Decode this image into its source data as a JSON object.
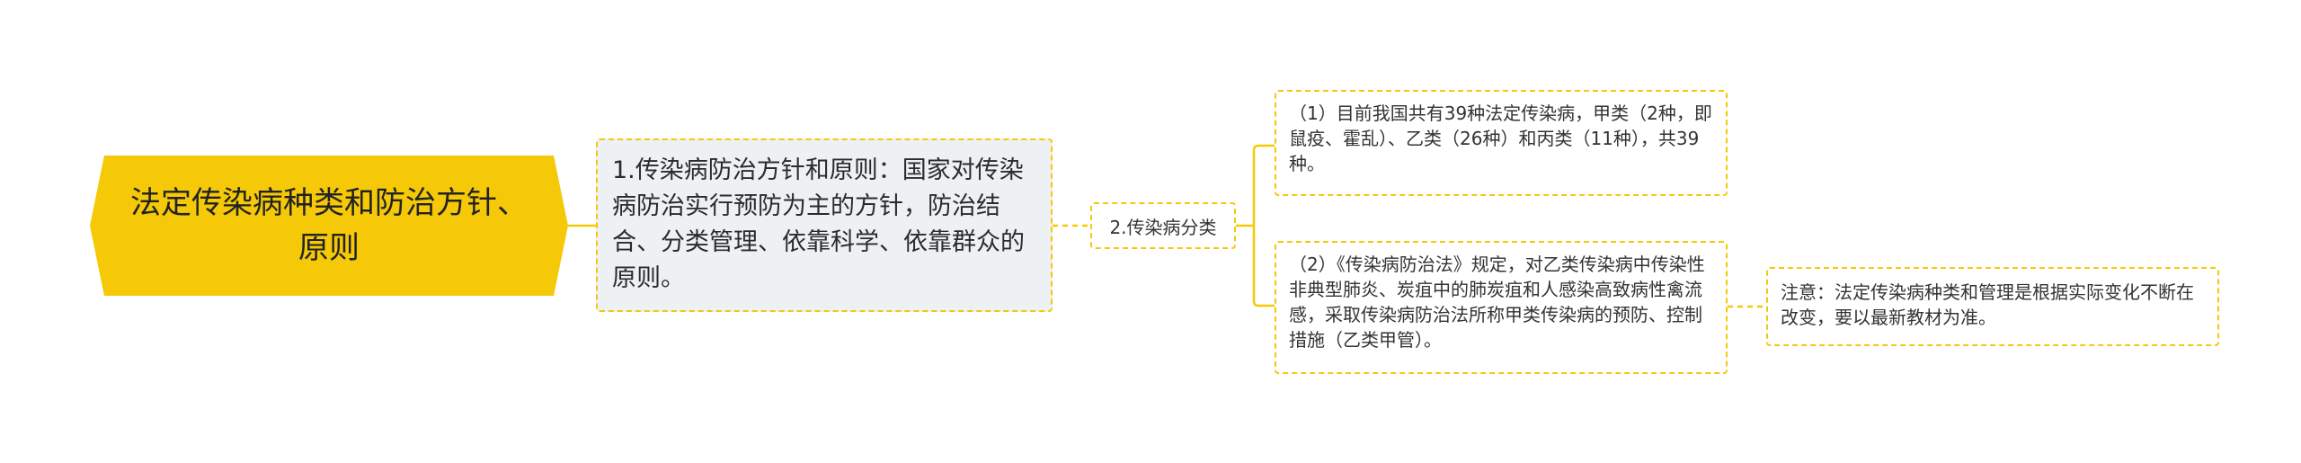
{
  "diagram": {
    "root": {
      "label": "法定传染病种类和防治方针、原则"
    },
    "principle": {
      "label": "1.传染病防治方针和原则：国家对传染病防治实行预防为主的方针，防治结合、分类管理、依靠科学、依靠群众的原则。"
    },
    "classification": {
      "label": "2.传染病分类",
      "items": [
        {
          "label": "（1）目前我国共有39种法定传染病，甲类（2种，即鼠疫、霍乱）、乙类（26种）和丙类（11种），共39种。"
        },
        {
          "label": "（2）《传染病防治法》规定，对乙类传染病中传染性非典型肺炎、炭疽中的肺炭疽和人感染高致病性禽流感，采取传染病防治法所称甲类传染病的预防、控制措施（乙类甲管）。"
        }
      ]
    },
    "note": {
      "label": "注意：法定传染病种类和管理是根据实际变化不断在改变，要以最新教材为准。"
    },
    "colors": {
      "root_fill": "#f5c907",
      "connector": "#f5c907",
      "principle_fill": "#eef1f4",
      "border_dash": "#f5c907"
    }
  }
}
